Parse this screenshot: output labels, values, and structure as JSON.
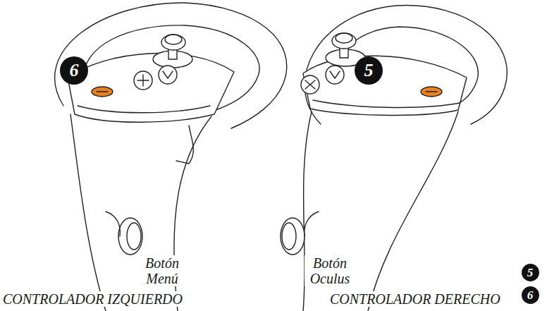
{
  "diagram": {
    "nodes": [
      {
        "text": [
          "6"
        ]
      },
      {
        "text": [
          "5"
        ]
      },
      {
        "text": [
          "5"
        ]
      },
      {
        "text": [
          "6"
        ]
      }
    ],
    "labels": [
      "Botón Menú",
      "Botón Oculus",
      "CONTROLADOR IZQUIERDO",
      "CONTROLADOR DERECHO"
    ]
  }
}
